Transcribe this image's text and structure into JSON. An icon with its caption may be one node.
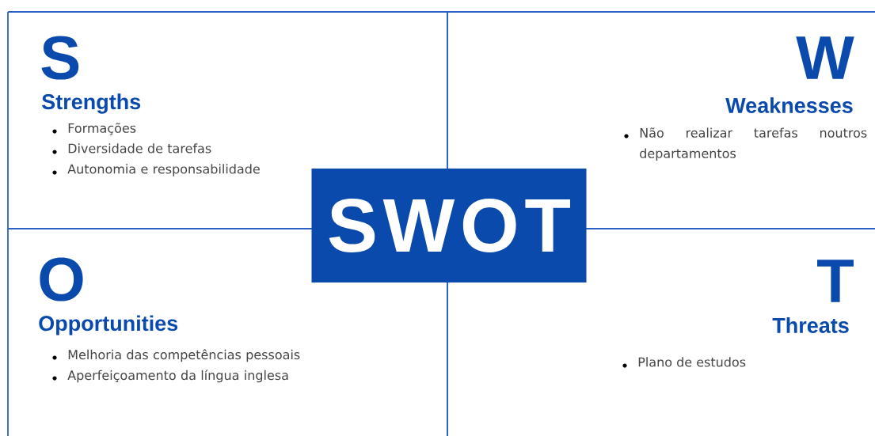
{
  "diagram": {
    "nodes": [
      {
        "text": [
          "S",
          "Strengths",
          "Formações",
          "Diversidade de tarefas",
          "Autonomia e responsabilidade"
        ]
      },
      {
        "text": [
          "W",
          "Weaknesses",
          "Não realizar tarefas noutros departamentos"
        ]
      },
      {
        "text": [
          "O",
          "Opportunities",
          "Melhoria das competências pessoais",
          "Aperfeiçoamento da língua inglesa"
        ]
      },
      {
        "text": [
          "T",
          "Threats",
          "Plano de estudos"
        ]
      },
      {
        "text": [
          "SWOT"
        ]
      }
    ]
  }
}
